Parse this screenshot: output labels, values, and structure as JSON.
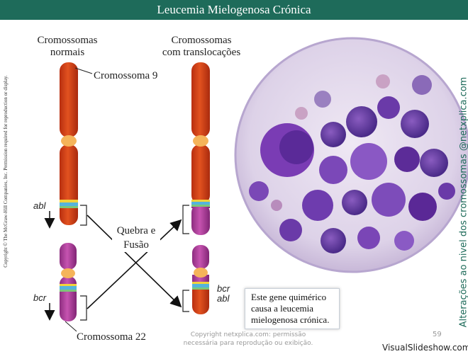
{
  "title": "Leucemia Mielogenosa Crónica",
  "columns": {
    "normal_heading": [
      "Cromossomas",
      "normais"
    ],
    "translocated_heading": [
      "Cromossomas",
      "com translocações"
    ]
  },
  "labels": {
    "chromosome_9": "Cromossoma 9",
    "chromosome_22": "Cromossoma 22",
    "abl_left": "abl",
    "bcr_left": "bcr",
    "bcr_right": "bcr",
    "abl_right": "abl",
    "break_fusion": [
      "Quebra e",
      "Fusão"
    ]
  },
  "callout": [
    "Este gene quimérico",
    "causa a leucemia",
    "mielogenosa crónica."
  ],
  "copyright_vertical": "Copyright © The McGraw-Hill Companies, Inc. Permission required for reproduction or display.",
  "side_text": "Alterações ao nivel dos cromossomas @netxplica.com",
  "footer": [
    "Copyright netxplica.com: permissão",
    "necessária para reprodução ou exibição."
  ],
  "page_number": "59",
  "watermark": "VisualSlideshow.com",
  "colors": {
    "title_bg": "#1e6b5a",
    "chromosome_9_red": "#d8401c",
    "chromosome_22_magenta": "#b03e9c",
    "centromere": "#f5b45a",
    "side_text": "#1e6b5a"
  }
}
